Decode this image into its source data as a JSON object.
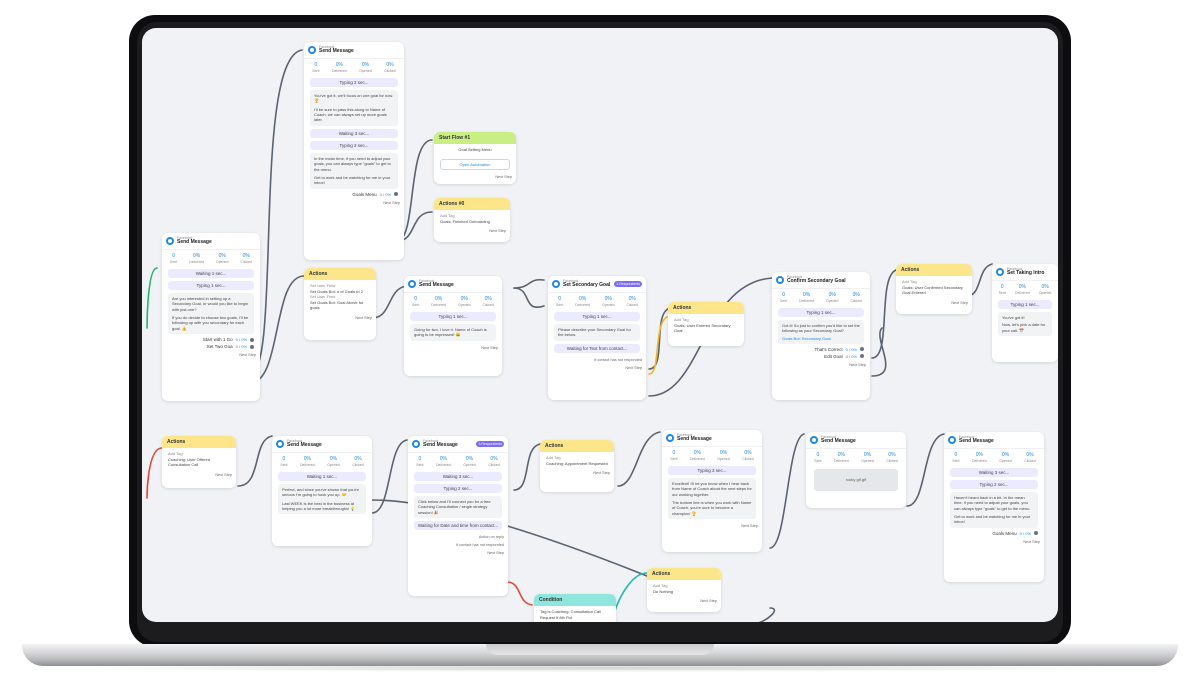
{
  "common": {
    "stats_labels": [
      "Sent",
      "Delivered",
      "Opened",
      "Clicked"
    ],
    "stats_values": [
      "0",
      "0%",
      "0%",
      "0%"
    ],
    "platform": "Facebook",
    "send_message": "Send Message",
    "next_step": "Next Step",
    "actions": "Actions",
    "add_tag": "Add Tag",
    "set_user_field": "Set User Field"
  },
  "nodes": {
    "top_msg": {
      "typing2": "Typing 2 sec...",
      "text1": "You've got it, we'll focus on one goal for now. 🏆",
      "text2": "I'll be sure to pass this along to Name of Coach, we can always set up more goals later.",
      "waiting3": "Waiting 3 sec...",
      "typing2b": "Typing 2 sec...",
      "text3": "In the mean time, if you need to adjust your goals, you can always type \"goals\" to get to the menu.",
      "text4": "Get to work and be watching for me in your inbox!",
      "btn": "Goals Menu",
      "btn_pct": "0 / 0%"
    },
    "start_flow": {
      "title": "Start Flow #1",
      "label": "Goal Setting Menu",
      "button": "Open Automation"
    },
    "actions_top": {
      "title": "Actions #0",
      "tag": "Goals: Finished Onboarding"
    },
    "left_msg": {
      "waiting1": "Waiting 1 sec...",
      "typing1": "Typing 1 sec...",
      "text1": "Are you interested in setting up a Secondary Goal, or would you like to begin with just one?",
      "text2": "If you do decide to choose two goals, I'll be following up with you secondary for each goal. 👍",
      "btn1": "Start with 1 Go",
      "btn1_pct": "0 / 0%",
      "btn2": "Set Two Goa",
      "btn2_pct": "0 / 0%"
    },
    "actions_mid": {
      "title": "Actions",
      "field": "Set Goals Bot: # of Goals to 2",
      "field2": "Set Goals Bot: Goal Above for goals"
    },
    "mid_msg": {
      "typing1": "Typing 1 sec...",
      "text1": "Going for two, I love it. Name of Coach is going to be impressed! 😄"
    },
    "secondary_goal": {
      "title": "Set Secondary Goal",
      "badge": "1 Respondents",
      "typing1": "Typing 1 sec...",
      "text1": "Please describe your Secondary Goal for the below.",
      "waiting": "Waiting for Text from contact...",
      "noresp": "If contact has not responded"
    },
    "actions_sec": {
      "title": "Actions",
      "tag": "Goals: User Entered Secondary Goal"
    },
    "confirm_goal": {
      "title": "Confirm Secondary Goal",
      "typing1": "Typing 1 sec...",
      "text1": "Got it! So just to confirm you'd like to set the following as your Secondary Goal?",
      "tag": "Goals Bot: Secondary Goal",
      "btn1": "That's Correct",
      "btn1_pct": "0 / 0%",
      "btn2": "Edit Goal",
      "btn2_pct": "0 / 0%"
    },
    "actions_conf": {
      "title": "Actions",
      "tag": "Goals: User Confirmed Secondary Goal Entered"
    },
    "taking_intro": {
      "title": "Set Taking Intro",
      "typing1": "Typing 1 sec...",
      "text1": "You've got it!",
      "text2": "Now, let's pick a date for your call. 📅"
    },
    "actions_bl": {
      "title": "Actions",
      "tag": "Coaching: User Offered Consultation Call"
    },
    "bottom_msg1": {
      "waiting1": "Waiting 1 sec...",
      "text1": "Perfect, and since you've shown that you're serious I'm going to hook you up. 🤝",
      "text2": "Last WEEK is the best in the business at helping you a lot more breakthroughs! 💡"
    },
    "bottom_msg2": {
      "badge": "3 Respondents",
      "waiting3": "Waiting 3 sec...",
      "typing2": "Typing 2 sec...",
      "text1": "Click below and I'll connect you for a free Coaching Consultation / single strategy session! 🎉",
      "waiting": "Waiting for Date and time from contact...",
      "action": "Action on reply",
      "noresp": "If contact has not responded"
    },
    "condition": {
      "title": "Condition",
      "text": "Tag is Coaching: Consultation Call Request If 8th Put"
    },
    "actions_appt": {
      "title": "Actions",
      "tag": "Coaching: Appointment Requested"
    },
    "bottom_msg3": {
      "typing3": "Typing 3 sec...",
      "text1": "Excellent! I'll let you know when I hear back from Name of Coach about the next steps for our working together.",
      "text2": "The bottom line is when you work with Name of Coach, you're sure to become a champion! 🏆"
    },
    "actions_nothing": {
      "title": "Actions",
      "tag": "Do Nothing"
    },
    "gif_msg": {
      "media": "rocky gif.gif"
    },
    "last_msg": {
      "waiting3": "Waiting 3 sec...",
      "typing2": "Typing 2 sec...",
      "text1": "Haven't heard back in a bit. In the mean time, if you need to adjust your goals, you can always type \"goals\" to get to the menu.",
      "text2": "Get to work and be watching for me in your inbox!",
      "btn": "Goals Menu",
      "btn_pct": "0 / 0%"
    }
  },
  "colors": {
    "accent": "#1e88e5",
    "wire": "#5b6371",
    "wire_green": "#22b573",
    "wire_red": "#e04a3a",
    "wire_yellow": "#f3b71b",
    "wire_teal": "#19c0b0"
  }
}
